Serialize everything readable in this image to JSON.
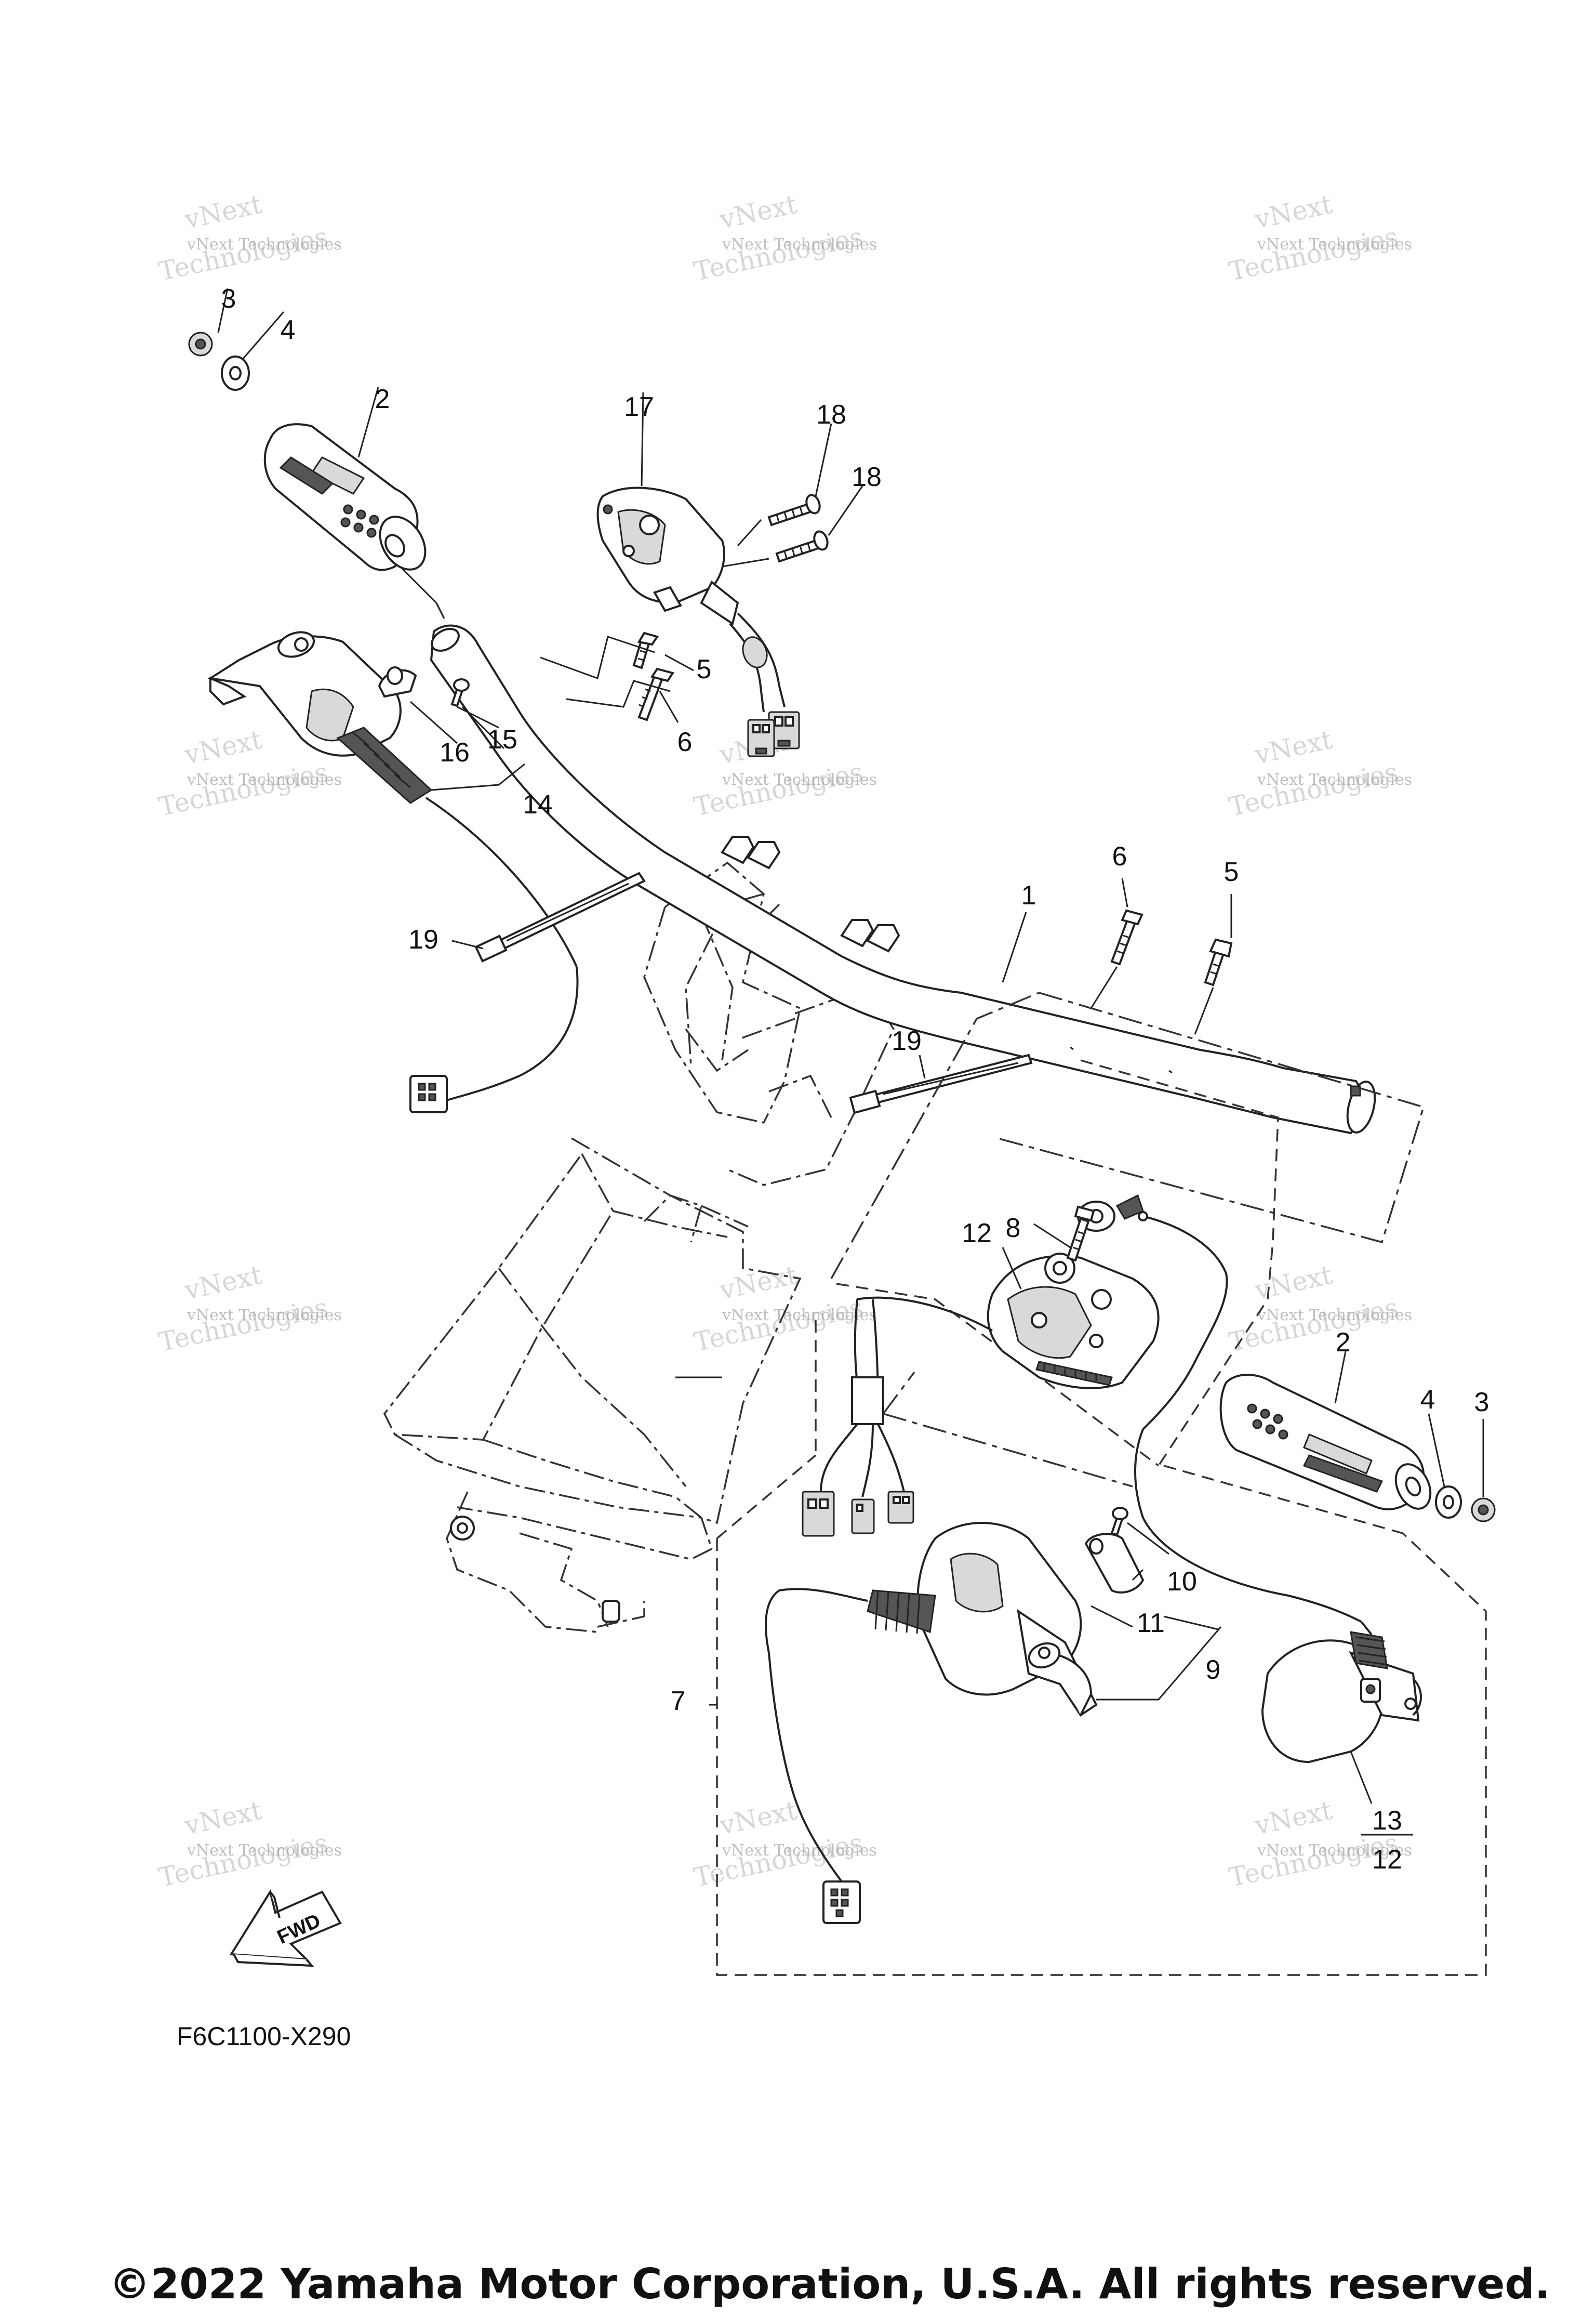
{
  "watermark": {
    "line1": "vNext",
    "line2": "vNext Technologies",
    "line3": "Technologies"
  },
  "callouts": {
    "c3a": "3",
    "c4a": "4",
    "c2a": "2",
    "c17": "17",
    "c18a": "18",
    "c18b": "18",
    "c5a": "5",
    "c6a": "6",
    "c15": "15",
    "c16": "16",
    "c14": "14",
    "c19a": "19",
    "c1": "1",
    "c6b": "6",
    "c5b": "5",
    "c19b": "19",
    "c8": "8",
    "c12a": "12",
    "c2b": "2",
    "c4b": "4",
    "c3b": "3",
    "c10": "10",
    "c11": "11",
    "c9": "9",
    "c7": "7",
    "c13": "13",
    "c12b": "12"
  },
  "fwd_label": "FWD",
  "diagram_code": "F6C1100-X290",
  "copyright": "©2022 Yamaha Motor Corporation, U.S.A. All rights reserved."
}
